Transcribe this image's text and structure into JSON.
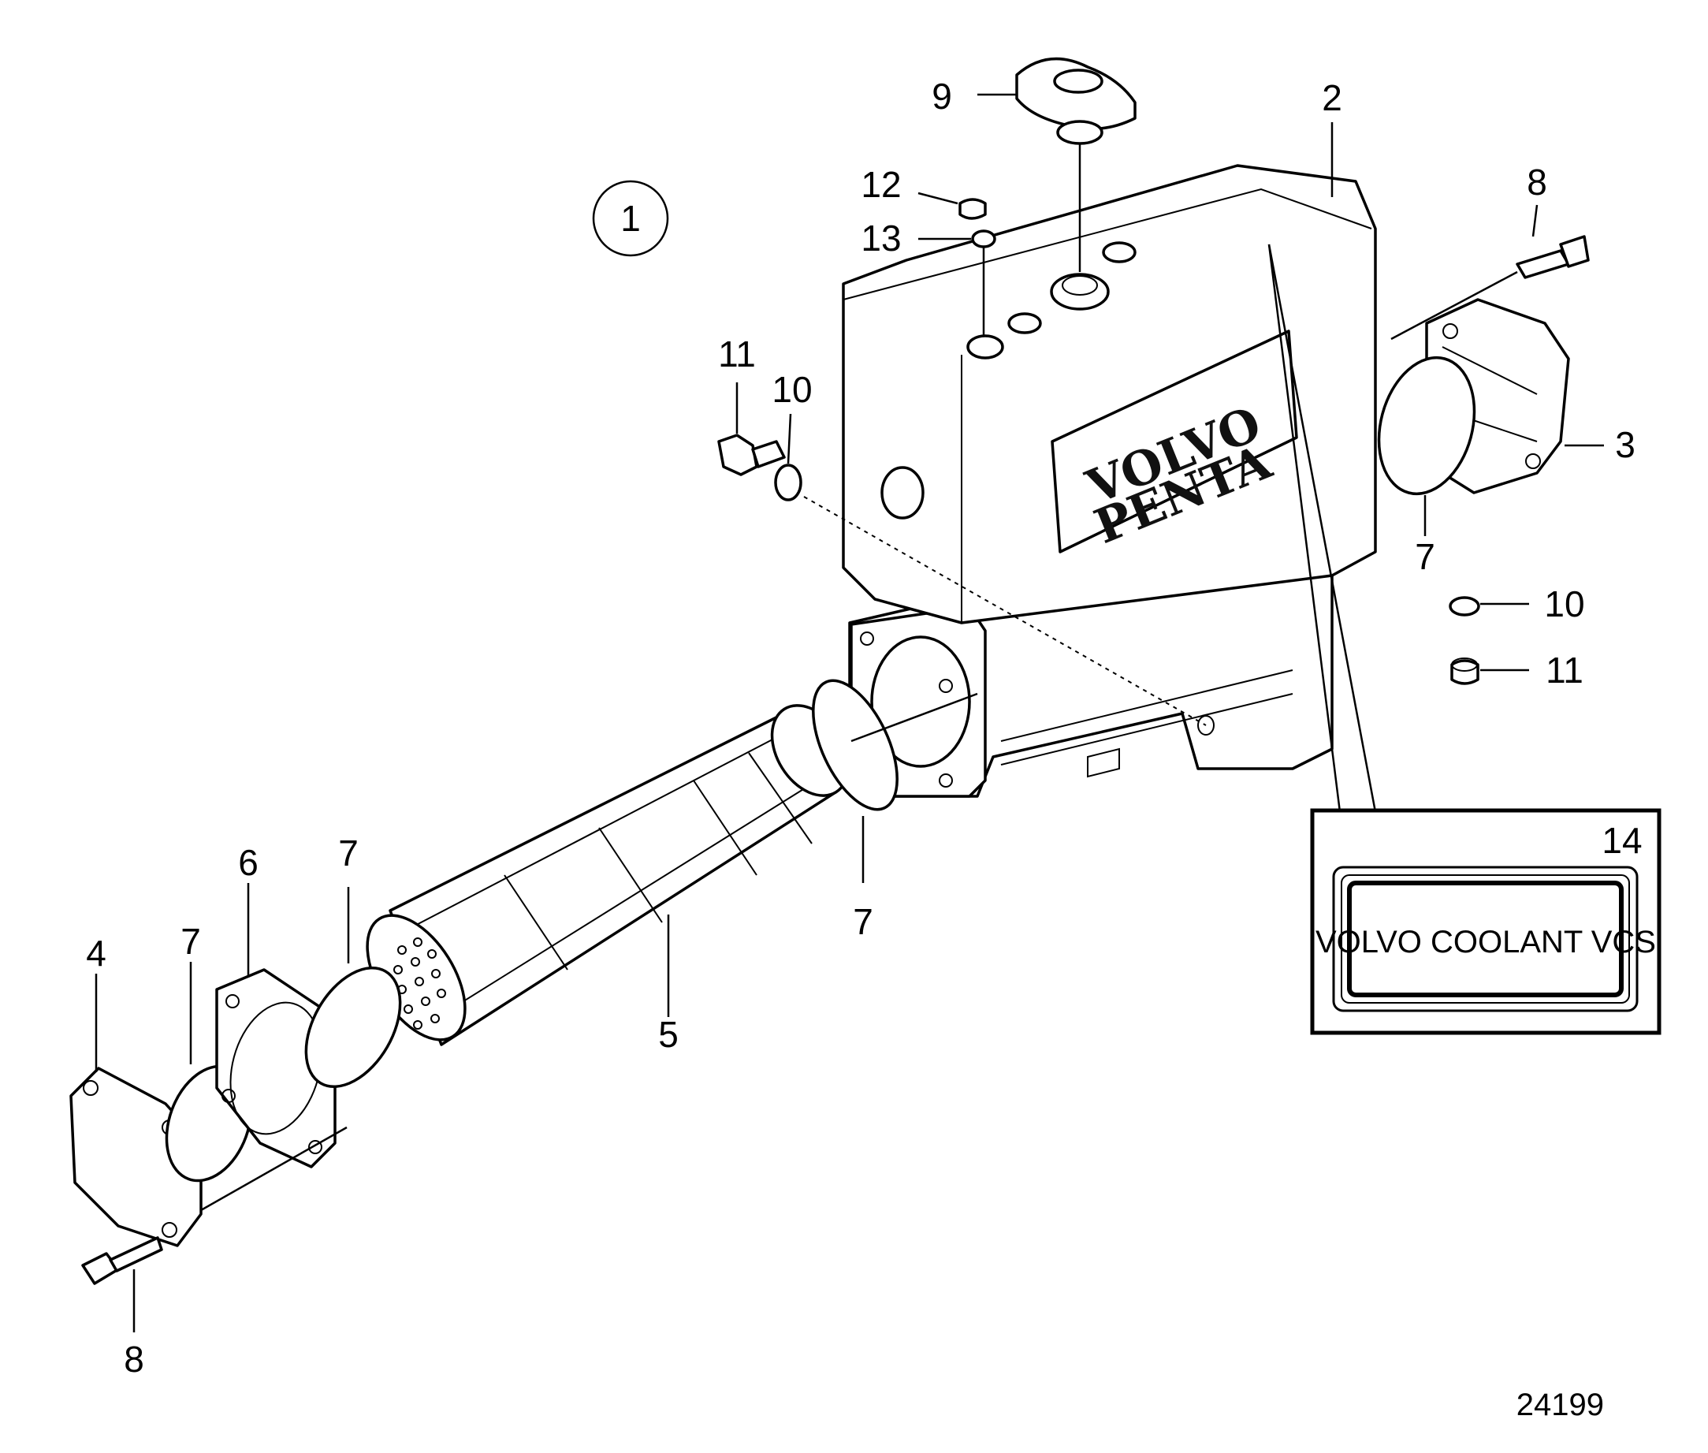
{
  "diagram": {
    "group_marker": "1",
    "callouts": [
      "9",
      "2",
      "12",
      "13",
      "8",
      "11",
      "10",
      "3",
      "7",
      "10",
      "11",
      "7",
      "4",
      "7",
      "6",
      "7",
      "5",
      "8",
      "14"
    ],
    "logo": {
      "line1": "VOLVO",
      "line2": "PENTA"
    },
    "decal_text": "VOLVO COOLANT VCS",
    "drawing_number": "24199"
  }
}
